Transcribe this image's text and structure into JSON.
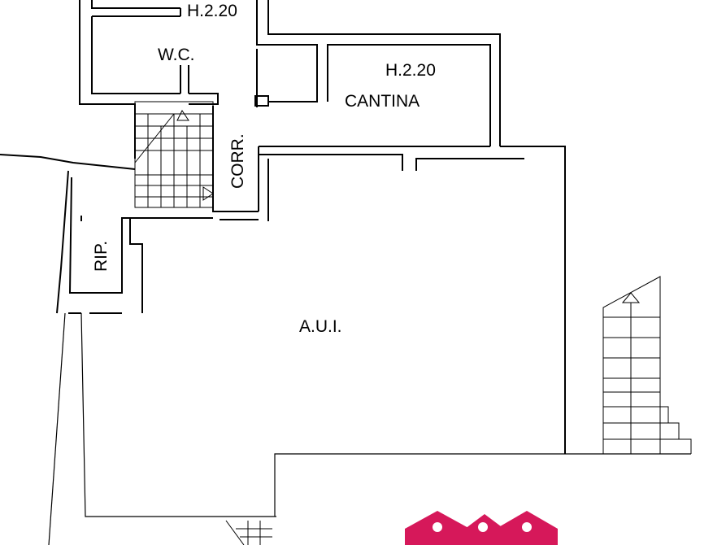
{
  "labels": {
    "height_top": "H.2.20",
    "wc": "W.C.",
    "height_cantina": "H.2.20",
    "cantina": "CANTINA",
    "corridor": "CORR.",
    "storage": "RIP.",
    "aui": "A.U.I."
  },
  "colors": {
    "walls": "#000000",
    "background": "#ffffff",
    "logo": "#d6185a"
  },
  "icons": {
    "logo": "three-house-logo-icon"
  }
}
